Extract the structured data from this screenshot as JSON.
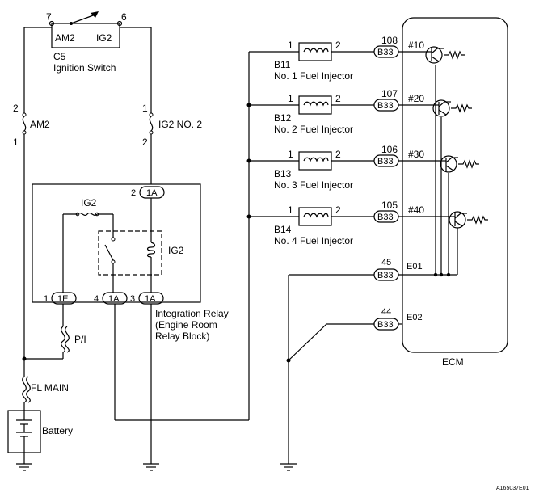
{
  "ignition_switch": {
    "connector": "C5",
    "name": "Ignition Switch",
    "terminal_am2": "AM2",
    "terminal_ig2": "IG2",
    "pin_left": "7",
    "pin_right": "6"
  },
  "fuse_am2": {
    "label": "AM2",
    "pin_top": "2",
    "pin_bottom": "1"
  },
  "fuse_ig2no2": {
    "label": "IG2 NO. 2",
    "pin_top": "1",
    "pin_bottom": "2"
  },
  "integration_relay": {
    "line1": "Integration Relay",
    "line2": "(Engine Room",
    "line3": "Relay Block)",
    "inner_fuse": "IG2",
    "relay_name": "IG2",
    "conn_top": "1A",
    "conn_top_pin": "2",
    "conn_left": "1E",
    "conn_left_pin": "1",
    "conn_mid": "1A",
    "conn_mid_pin": "4",
    "conn_right": "1A",
    "conn_right_pin": "3"
  },
  "fuse_pi": {
    "label": "P/I"
  },
  "fuse_flmain": {
    "label": "FL MAIN"
  },
  "battery": {
    "label": "Battery"
  },
  "injectors": [
    {
      "id": "B11",
      "name": "No. 1 Fuel Injector",
      "pin1": "1",
      "pin2": "2",
      "ecm_pin": "108",
      "ecm_conn": "B33",
      "signal": "#10"
    },
    {
      "id": "B12",
      "name": "No. 2 Fuel Injector",
      "pin1": "1",
      "pin2": "2",
      "ecm_pin": "107",
      "ecm_conn": "B33",
      "signal": "#20"
    },
    {
      "id": "B13",
      "name": "No. 3 Fuel Injector",
      "pin1": "1",
      "pin2": "2",
      "ecm_pin": "106",
      "ecm_conn": "B33",
      "signal": "#30"
    },
    {
      "id": "B14",
      "name": "No. 4 Fuel Injector",
      "pin1": "1",
      "pin2": "2",
      "ecm_pin": "105",
      "ecm_conn": "B33",
      "signal": "#40"
    }
  ],
  "ecm_grounds": [
    {
      "pin": "45",
      "conn": "B33",
      "name": "E01"
    },
    {
      "pin": "44",
      "conn": "B33",
      "name": "E02"
    }
  ],
  "ecm": {
    "label": "ECM"
  },
  "figure_code": "A165037E01"
}
